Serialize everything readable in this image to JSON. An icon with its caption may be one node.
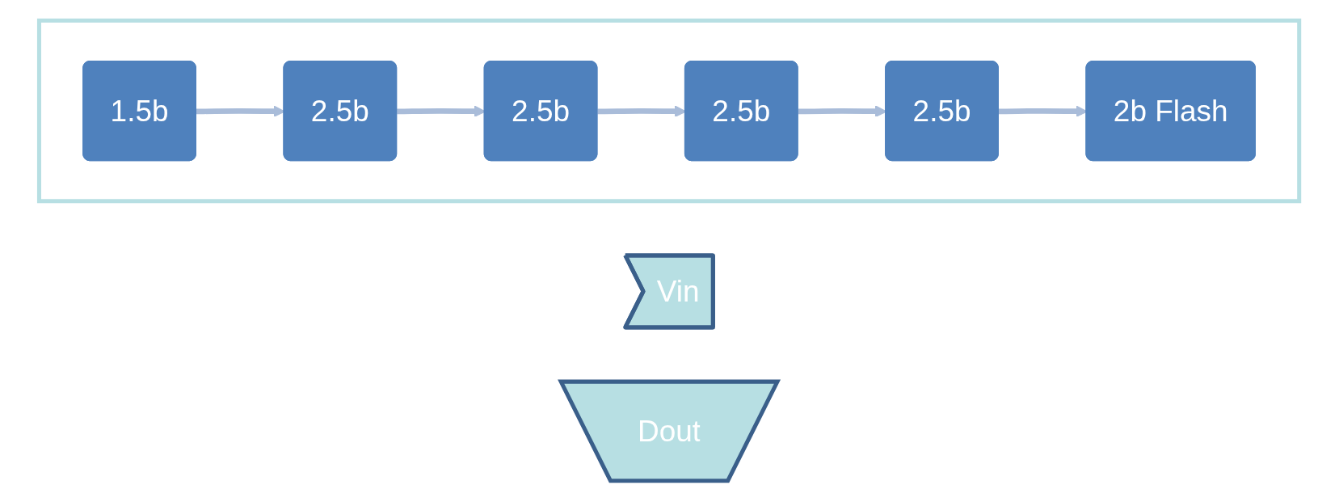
{
  "diagram": {
    "nodes": [
      {
        "text": [
          "Vin"
        ]
      },
      {
        "text": [],
        "shape": "box"
      },
      {
        "text": [
          "1.5b"
        ],
        "in": 1
      },
      {
        "text": [
          "2.5b"
        ],
        "in": 1
      },
      {
        "text": [
          "2.5b"
        ],
        "in": 1
      },
      {
        "text": [
          "2.5b"
        ],
        "in": 1
      },
      {
        "text": [
          "2.5b"
        ],
        "in": 1
      },
      {
        "text": [
          "2b Flash"
        ],
        "in": 1
      },
      {
        "text": [
          "Dout"
        ]
      }
    ],
    "edges": [
      {
        "from": 2,
        "to": 3,
        "arrow": "to"
      },
      {
        "from": 3,
        "to": 4,
        "arrow": "to"
      },
      {
        "from": 4,
        "to": 5,
        "arrow": "to"
      },
      {
        "from": 5,
        "to": 6,
        "arrow": "to"
      },
      {
        "from": 6,
        "to": 7,
        "arrow": "to"
      }
    ]
  }
}
